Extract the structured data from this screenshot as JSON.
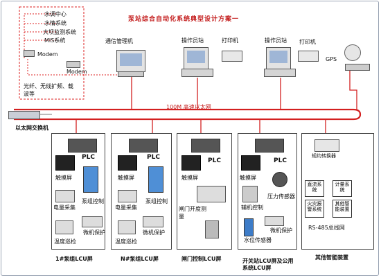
{
  "title": "泵站综合自动化系统典型设计方案一",
  "external": {
    "items": [
      "水调中心",
      "水情系统",
      "大坝监测系统",
      "MIS系统"
    ],
    "modem1": "Modem",
    "modem2": "Modem",
    "channel": "光纤、无线扩频、载波等"
  },
  "network": {
    "ethernet_label": "100M 高速以太网",
    "switch_label": "以太网交换机"
  },
  "top_devices": {
    "comm_manager": "通信管理机",
    "op_station_1": "操作员站",
    "printer_1": "打印机",
    "op_station_2": "操作员站",
    "printer_2": "打印机",
    "gps": "GPS"
  },
  "panels": [
    {
      "id": "lcu1",
      "caption": "1#泵组LCU屏",
      "plc": "PLC",
      "items": [
        "触摸屏",
        "泵组控制",
        "电量采集",
        "温度巡检",
        "微机保护"
      ]
    },
    {
      "id": "lcun",
      "caption": "N#泵组LCU屏",
      "plc": "PLC",
      "items": [
        "触摸屏",
        "泵组控制",
        "电量采集",
        "温度巡检",
        "微机保护"
      ]
    },
    {
      "id": "gate",
      "caption": "闸门控制LCU屏",
      "plc": "PLC",
      "items": [
        "触摸屏",
        "闸门开度测量"
      ]
    },
    {
      "id": "switch",
      "caption": "开关站LCU屏及公用系统LCU屏",
      "plc": "PLC",
      "items": [
        "触摸屏",
        "压力传感器",
        "辅机控制",
        "水位传感器",
        "微机保护"
      ]
    },
    {
      "id": "smart",
      "caption": "其他智能装置",
      "converter": "规约转换器",
      "boxes": [
        "直流系统",
        "计量系统",
        "火灾报警系统",
        "其他智能装置"
      ],
      "rs485": "RS-485总线网"
    }
  ]
}
